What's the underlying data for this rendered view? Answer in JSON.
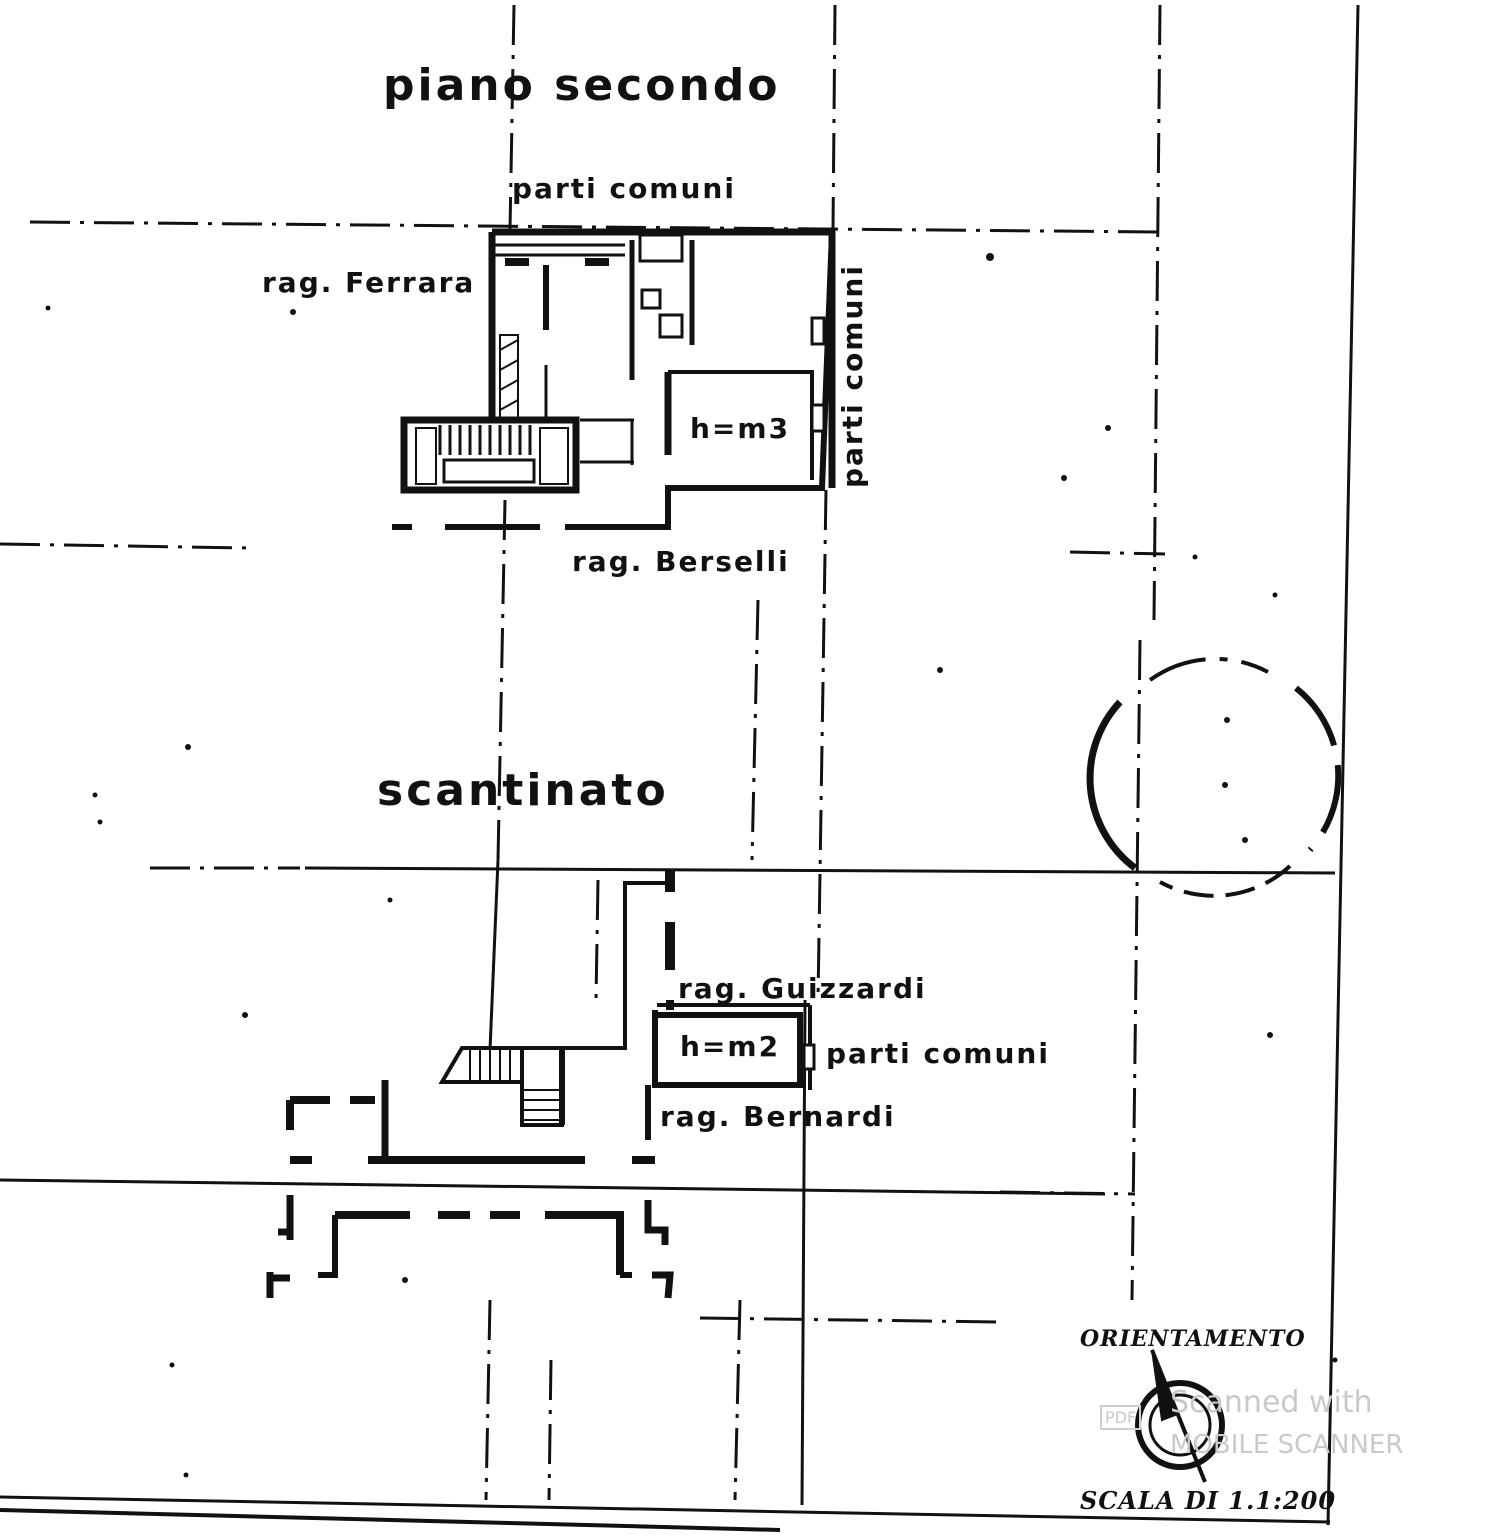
{
  "upper_plan": {
    "title": "piano secondo",
    "common_parts_top": "parti comuni",
    "common_parts_side": "parti comuni",
    "neighbor_left": "rag. Ferrara",
    "neighbor_bottom": "rag. Berselli",
    "height_note": "h=m3"
  },
  "lower_plan": {
    "title": "scantinato",
    "neighbor_top": "rag. Guizzardi",
    "height_note": "h=m2",
    "common_parts": "parti comuni",
    "neighbor_bottom": "rag. Bernardi"
  },
  "legend": {
    "orientation_label": "ORIENTAMENTO",
    "scale_label": "SCALA DI 1.1:200",
    "compass_icon": "north-arrow-icon",
    "stamp_icon": "circular-stamp-icon"
  },
  "watermark": {
    "line1": "Scanned with",
    "line2": "MOBILE SCANNER",
    "badge": "PDF"
  }
}
